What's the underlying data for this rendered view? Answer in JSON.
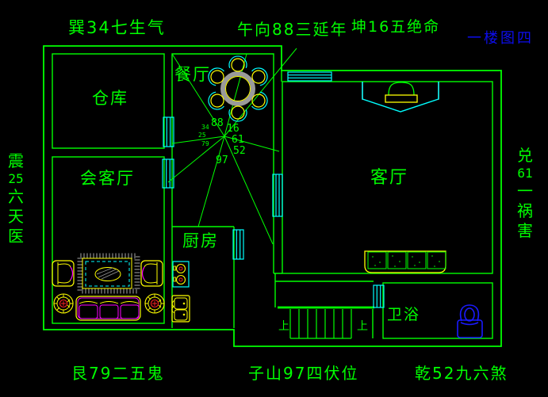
{
  "title": {
    "floor_label": "一楼图四"
  },
  "compass": {
    "top_left": "巽34七生气",
    "top_center": "午向88三延年",
    "top_right": "坤16五绝命",
    "left": "震25六天医",
    "right": "兑61一祸害",
    "bottom_left": "艮79二五鬼",
    "bottom_center": "子山97四伏位",
    "bottom_right": "乾52九六煞"
  },
  "rooms": {
    "storage": "仓库",
    "dining": "餐厅",
    "reception": "会客厅",
    "living": "客厅",
    "kitchen": "厨房",
    "bathroom": "卫浴"
  },
  "center_star": {
    "n": "88",
    "ne": "16",
    "e": "61",
    "se": "52",
    "s": "97",
    "nw_small": "34",
    "w_small": "25",
    "sw_small": "79"
  },
  "stairs": {
    "up_left": "上",
    "up_right": "上"
  },
  "colors": {
    "background": "#000000",
    "wall_line": "#00ff00",
    "window_door": "#00ffff",
    "furniture": "#ffff00",
    "upholstery_accent": "#ff00ff",
    "flower_accent": "#ff2222",
    "rug_gray": "#8c8c8c",
    "toilet_blue": "#1a1aff",
    "title_blue": "#0d0dee"
  }
}
